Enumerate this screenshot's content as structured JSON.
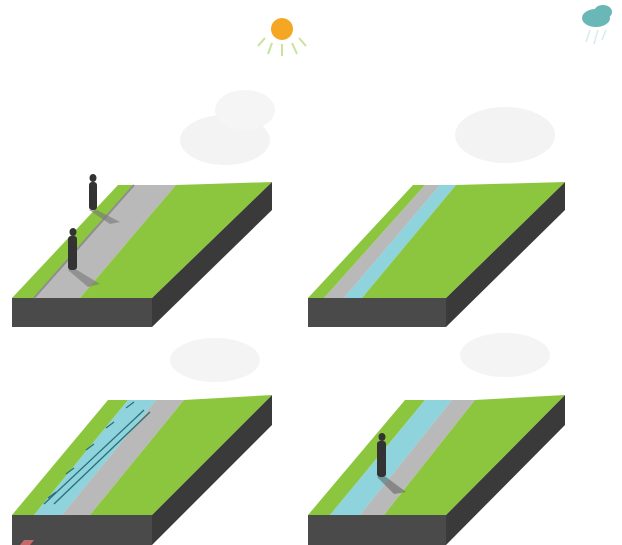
{
  "figure": {
    "panels": [
      {
        "id": "sunny-dry-path",
        "weather": "sun",
        "channel": "dry",
        "people": 2
      },
      {
        "id": "rain-shallow-water",
        "weather": "rain-cloud",
        "channel": "shallow-water",
        "people": 0
      },
      {
        "id": "flooded-patterned",
        "weather": "none",
        "channel": "water-with-pattern",
        "people": 0
      },
      {
        "id": "wading-person",
        "weather": "none",
        "channel": "water",
        "people": 1
      }
    ],
    "colors": {
      "grass": "#8cc63f",
      "grass_light": "#a5d65a",
      "path": "#b9b9b9",
      "path_light": "#d2d2d2",
      "water": "#8fd3dc",
      "water_light": "#b9e6ec",
      "soil_front": "#4a4a4a",
      "soil_side": "#3a3a3a",
      "sun": "#f5a623",
      "cloud": "#6ab7b8",
      "person": "#333333",
      "cloud_pale": "#eeeeee"
    }
  }
}
